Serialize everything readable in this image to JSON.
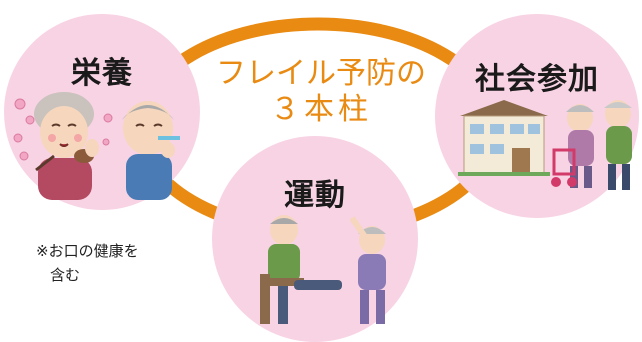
{
  "center": {
    "line1": "フレイル予防の",
    "line2": "３本柱"
  },
  "pillars": {
    "eiyou": {
      "title": "栄養"
    },
    "shakai": {
      "title": "社会参加"
    },
    "undou": {
      "title": "運動"
    }
  },
  "note": {
    "line1": "※お口の健康を",
    "line2": "含む"
  },
  "colors": {
    "circle_fill": "#f8d3e4",
    "ring": "#e98a12",
    "center_text": "#e98a12"
  }
}
